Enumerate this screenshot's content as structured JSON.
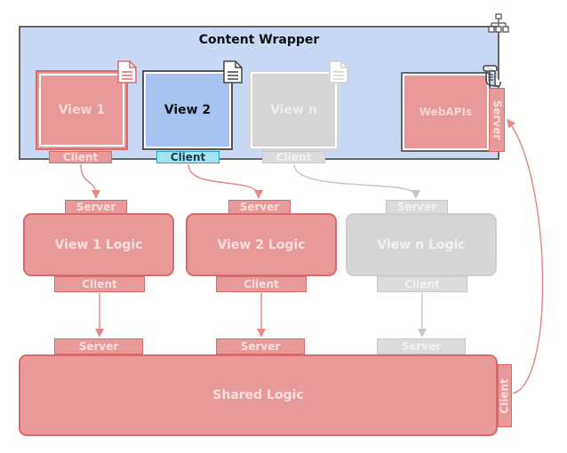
{
  "wrapper": {
    "title": "Content Wrapper",
    "icon": "sitemap-icon"
  },
  "views": [
    {
      "label": "View 1",
      "client_label": "Client",
      "color": "#e89999"
    },
    {
      "label": "View 2",
      "client_label": "Client",
      "color": "#a8c3f2"
    },
    {
      "label": "View n",
      "client_label": "Client",
      "color": "#d6d6d6"
    }
  ],
  "webapis": {
    "label": "WebAPIs",
    "server_label": "Server",
    "icon": "scroll-icon"
  },
  "logic": [
    {
      "label": "View 1 Logic",
      "server_label": "Server",
      "client_label": "Client"
    },
    {
      "label": "View 2 Logic",
      "server_label": "Server",
      "client_label": "Client"
    },
    {
      "label": "View n Logic",
      "server_label": "Server",
      "client_label": "Client"
    }
  ],
  "shared": {
    "label": "Shared Logic",
    "server_labels": [
      "Server",
      "Server",
      "Server"
    ],
    "client_label": "Client"
  },
  "colors": {
    "accent_red": "#e89999",
    "accent_blue": "#a8c3f2",
    "inactive_grey": "#d6d6d6",
    "wrapper_bg": "#c9d9f5"
  }
}
